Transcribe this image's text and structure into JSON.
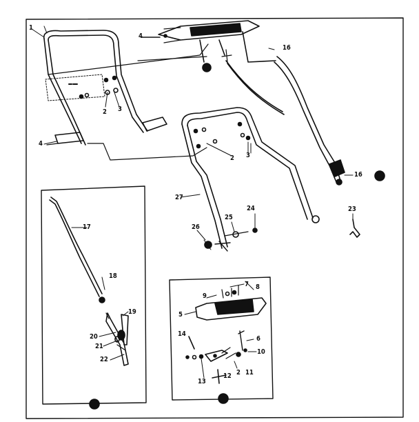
{
  "diagram": {
    "callouts": {
      "handle_upper": "1",
      "bracket_left": "4",
      "bracket_left_lower": "4",
      "bolt_left_a": "2",
      "nut_left_a": "3",
      "bolt_right_a": "2",
      "nut_right_a": "3",
      "cable_top": "16",
      "cable_end_right": "16",
      "handle_lower": "27",
      "part_24": "24",
      "part_25": "25",
      "part_26": "26",
      "part_23": "23",
      "rod_17": "17",
      "knob_18": "18",
      "part_19": "19",
      "part_20": "20",
      "part_21": "21",
      "part_22": "22",
      "panel_7": "7",
      "panel_8": "8",
      "panel_9": "9",
      "panel_5": "5",
      "panel_6": "6",
      "panel_14": "14",
      "panel_10": "10",
      "panel_11": "11",
      "panel_12": "12",
      "panel_13": "13",
      "panel_2": "2"
    },
    "colors": {
      "ink": "#111111",
      "paper": "#ffffff"
    }
  }
}
